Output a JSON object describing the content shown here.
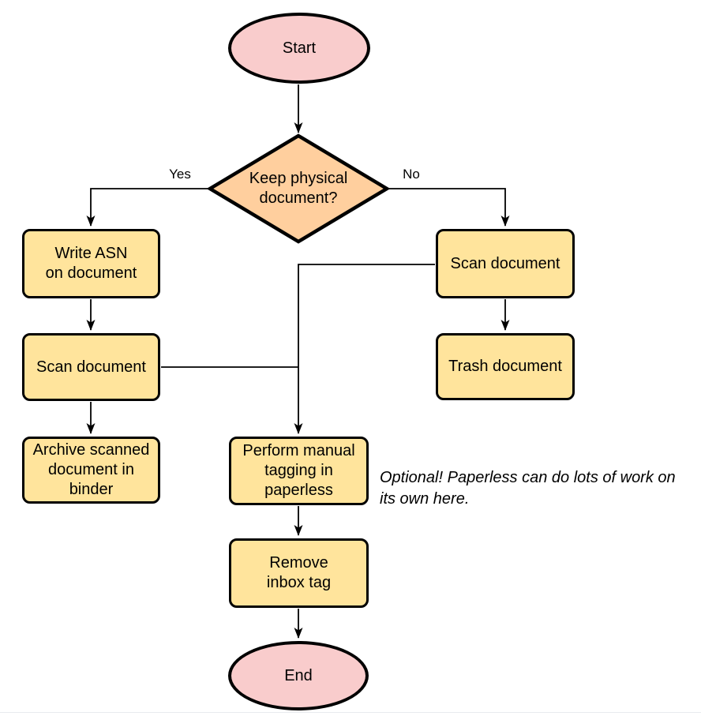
{
  "diagram": {
    "nodes": {
      "start": {
        "label": "Start",
        "shape": "terminator"
      },
      "decision": {
        "label": "Keep physical\ndocument?",
        "shape": "decision"
      },
      "write_asn": {
        "label": "Write ASN\non document",
        "shape": "process"
      },
      "scan_left": {
        "label": "Scan document",
        "shape": "process"
      },
      "archive": {
        "label": "Archive scanned\ndocument in\nbinder",
        "shape": "process"
      },
      "scan_right": {
        "label": "Scan document",
        "shape": "process"
      },
      "trash": {
        "label": "Trash document",
        "shape": "process"
      },
      "tagging": {
        "label": "Perform manual\ntagging in\npaperless",
        "shape": "process"
      },
      "remove_inbox": {
        "label": "Remove\ninbox tag",
        "shape": "process"
      },
      "end": {
        "label": "End",
        "shape": "terminator"
      }
    },
    "edge_labels": {
      "yes": "Yes",
      "no": "No"
    },
    "edges": [
      {
        "from": "start",
        "to": "decision"
      },
      {
        "from": "decision",
        "to": "write_asn",
        "label": "Yes"
      },
      {
        "from": "decision",
        "to": "scan_right",
        "label": "No"
      },
      {
        "from": "write_asn",
        "to": "scan_left"
      },
      {
        "from": "scan_left",
        "to": "archive"
      },
      {
        "from": "scan_right",
        "to": "trash"
      },
      {
        "from": "scan_right",
        "to": "tagging"
      },
      {
        "from": "scan_left",
        "to": "tagging"
      },
      {
        "from": "tagging",
        "to": "remove_inbox"
      },
      {
        "from": "remove_inbox",
        "to": "end"
      }
    ],
    "note": "Optional! Paperless can do lots of work on\nits own here.",
    "colors": {
      "terminator_fill": "#f9cccc",
      "decision_fill": "#ffcf9e",
      "process_fill": "#ffe49c",
      "stroke": "#000000",
      "background": "#ffffff"
    }
  }
}
